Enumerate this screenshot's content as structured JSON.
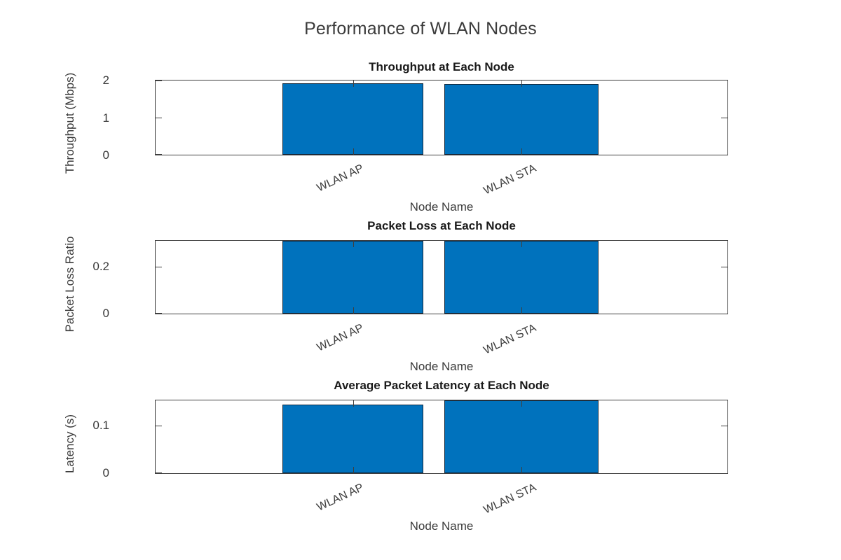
{
  "figure": {
    "title": "Performance of WLAN Nodes",
    "background": "#ffffff",
    "bar_color": "#0072BD",
    "bar_edge_color": "#11263a",
    "axis_color": "#3f3f3f"
  },
  "chart_data": [
    {
      "type": "bar",
      "title": "Throughput at Each Node",
      "xlabel": "Node Name",
      "ylabel": "Throughput (Mbps)",
      "categories": [
        "WLAN AP",
        "WLAN STA"
      ],
      "values": [
        1.93,
        1.9
      ],
      "ylim": [
        0,
        2
      ],
      "yticks": [
        0,
        1,
        2
      ],
      "ytick_labels": [
        "0",
        "1",
        "2"
      ],
      "grid": false,
      "legend": "none"
    },
    {
      "type": "bar",
      "title": "Packet Loss at Each Node",
      "xlabel": "Node Name",
      "ylabel": "Packet Loss Ratio",
      "categories": [
        "WLAN AP",
        "WLAN STA"
      ],
      "values": [
        0.315,
        0.315
      ],
      "ylim": [
        0,
        0.315
      ],
      "yticks": [
        0,
        0.2
      ],
      "ytick_labels": [
        "0",
        "0.2"
      ],
      "grid": false,
      "legend": "none"
    },
    {
      "type": "bar",
      "title": "Average Packet Latency at Each Node",
      "xlabel": "Node Name",
      "ylabel": "Latency (s)",
      "categories": [
        "WLAN AP",
        "WLAN STA"
      ],
      "values": [
        0.144,
        0.155
      ],
      "ylim": [
        0,
        0.155
      ],
      "yticks": [
        0,
        0.1
      ],
      "ytick_labels": [
        "0",
        "0.1"
      ],
      "grid": false,
      "legend": "none"
    }
  ]
}
